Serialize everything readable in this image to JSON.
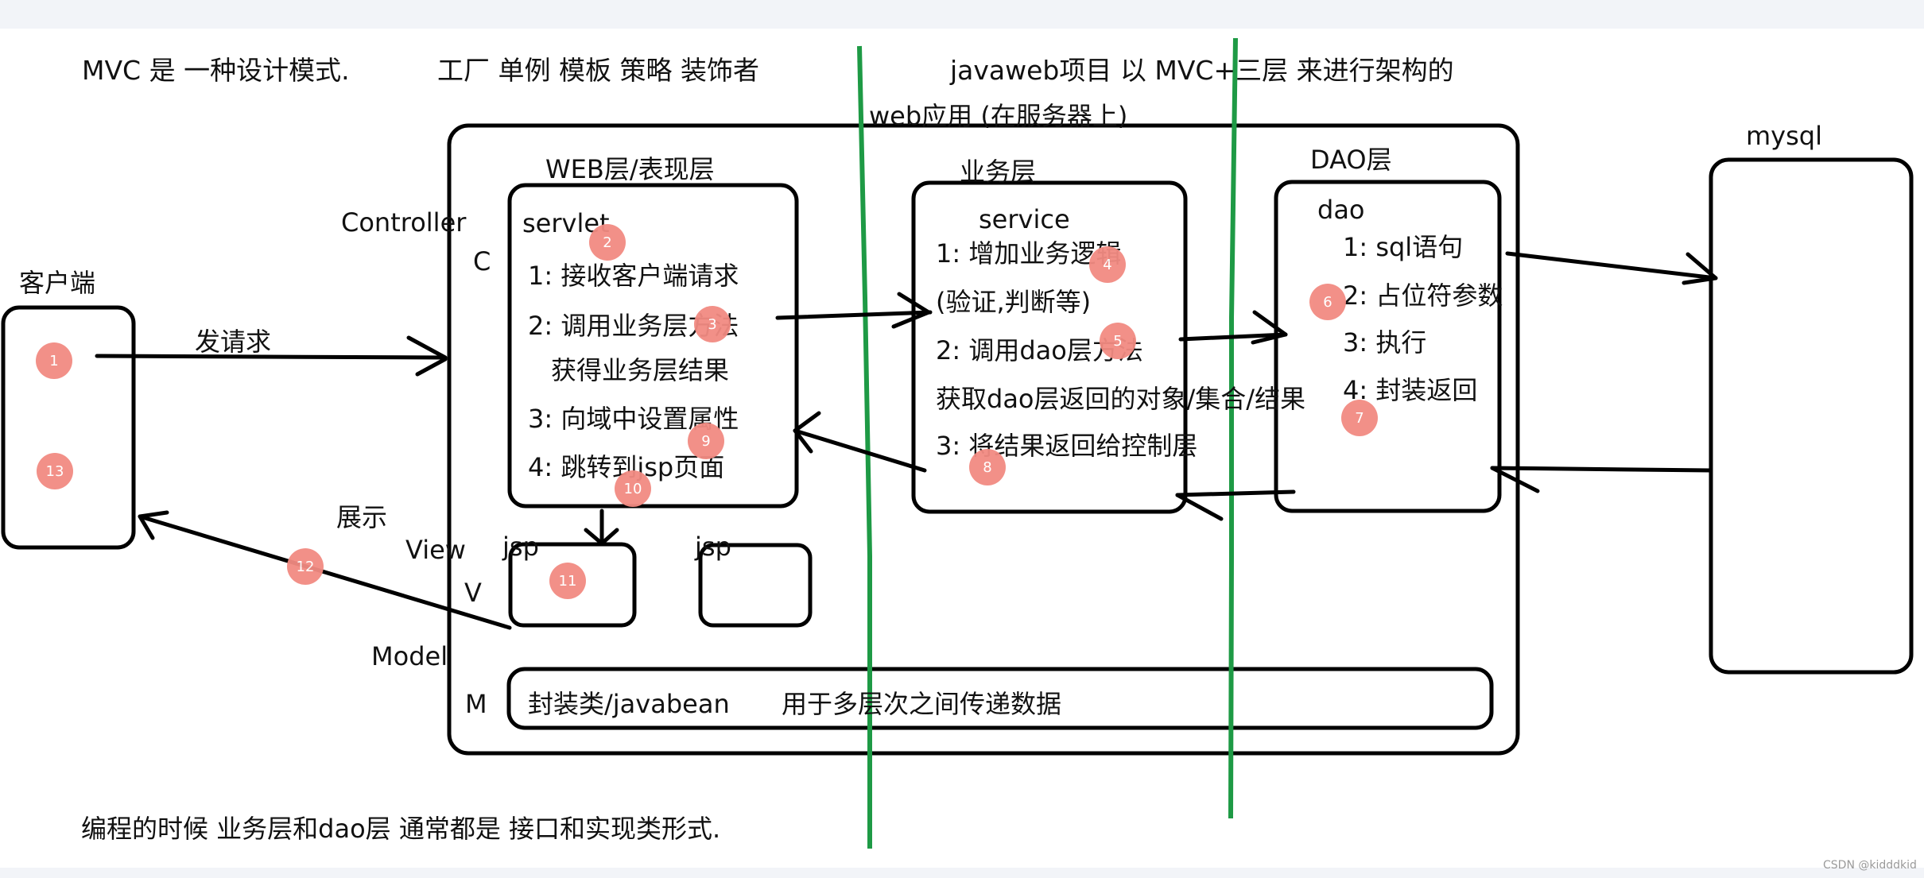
{
  "header": {
    "mvc_note": "MVC 是 一种设计模式.",
    "patterns": "工厂  单例  模板  策略  装饰者",
    "architecture_note": "javaweb项目 以 MVC+三层 来进行架构的",
    "web_app_label": "web应用 (在服务器上)"
  },
  "client": {
    "title": "客户端",
    "send_request": "发请求",
    "display": "展示"
  },
  "mvc_labels": {
    "controller": "Controller",
    "c": "C",
    "view": "View",
    "v": "V",
    "model": "Model",
    "m": "M"
  },
  "web_layer": {
    "title": "WEB层/表现层",
    "servlet": "servlet",
    "steps": [
      "1: 接收客户端请求",
      "2: 调用业务层方法",
      "获得业务层结果",
      "3: 向域中设置属性",
      "4: 跳转到jsp页面"
    ],
    "jsp_1": "jsp",
    "jsp_2": "jsp"
  },
  "service_layer": {
    "title": "业务层",
    "service": "service",
    "steps": [
      "1: 增加业务逻辑",
      "(验证,判断等)",
      "2: 调用dao层方法",
      "获取dao层返回的对象/集合/结果",
      "3: 将结果返回给控制层"
    ]
  },
  "dao_layer": {
    "title": "DAO层",
    "dao": "dao",
    "steps": [
      "1: sql语句",
      "2: 占位符参数",
      "3: 执行",
      "4: 封装返回"
    ]
  },
  "database": {
    "title": "mysql"
  },
  "model_bar": {
    "javabean": "封装类/javabean",
    "purpose": "用于多层次之间传递数据"
  },
  "footer": {
    "note": "编程的时候  业务层和dao层 通常都是 接口和实现类形式.",
    "watermark": "CSDN @kidddkid"
  },
  "badges": [
    "1",
    "2",
    "3",
    "4",
    "5",
    "6",
    "7",
    "8",
    "9",
    "10",
    "11",
    "12",
    "13"
  ],
  "colors": {
    "badge": "#f28b82",
    "divider": "#1e9a45",
    "stroke": "#000000"
  }
}
